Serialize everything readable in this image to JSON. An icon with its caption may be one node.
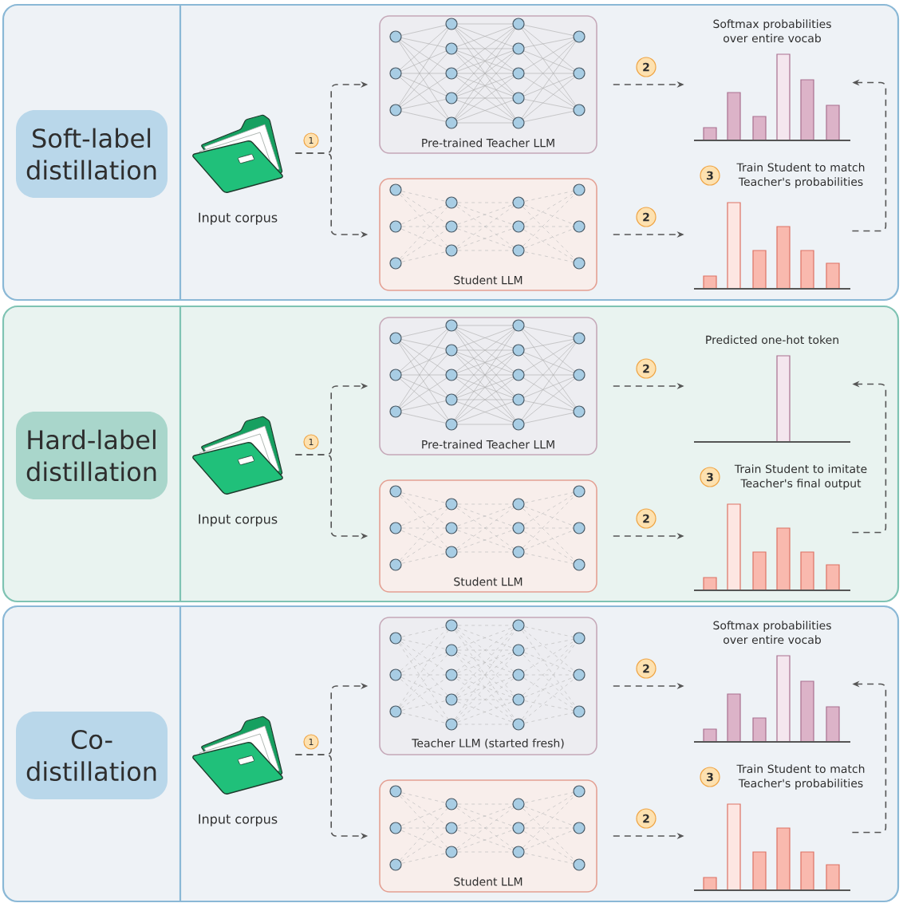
{
  "diagram": {
    "nodes": [
      {
        "text": [],
        "shape": "box"
      },
      {
        "text": [
          "Soft-label distillation"
        ],
        "in": 0
      },
      {
        "text": [],
        "shape": "picture",
        "beside": [
          "Input corpus"
        ],
        "in": 0
      },
      {
        "text": [
          "Pre-trained Teacher LLM"
        ],
        "in": 0
      },
      {
        "text": [
          "Student LLM"
        ],
        "in": 0
      },
      {
        "text": [
          "Softmax probabilities over entire vocab"
        ],
        "in": 0
      },
      {
        "text": [],
        "shape": "picture",
        "in": 0
      },
      {
        "text": [],
        "shape": "box"
      },
      {
        "text": [
          "Hard-label distillation"
        ],
        "in": 7
      },
      {
        "text": [],
        "shape": "picture",
        "beside": [
          "Input corpus"
        ],
        "in": 7
      },
      {
        "text": [
          "Pre-trained Teacher LLM"
        ],
        "in": 7
      },
      {
        "text": [
          "Student LLM"
        ],
        "in": 7
      },
      {
        "text": [
          "Predicted one-hot token"
        ],
        "in": 7
      },
      {
        "text": [],
        "shape": "picture",
        "in": 7
      },
      {
        "text": [],
        "shape": "box"
      },
      {
        "text": [
          "Co- distillation"
        ],
        "in": 14
      },
      {
        "text": [],
        "shape": "picture",
        "beside": [
          "Input corpus"
        ],
        "in": 14
      },
      {
        "text": [
          "Teacher LLM (started fresh)"
        ],
        "in": 14
      },
      {
        "text": [
          "Student LLM"
        ],
        "in": 14
      },
      {
        "text": [
          "Softmax probabilities over entire vocab"
        ],
        "in": 14
      },
      {
        "text": [],
        "shape": "picture",
        "in": 14
      }
    ],
    "edges": [
      {
        "from": 2,
        "to": 3,
        "arrow": "to",
        "style": "dashed",
        "label": "1"
      },
      {
        "from": 2,
        "to": 4,
        "arrow": "to",
        "style": "dashed"
      },
      {
        "from": 3,
        "to": 5,
        "arrow": "to",
        "style": "dashed",
        "label": "2"
      },
      {
        "from": 4,
        "to": 6,
        "arrow": "to",
        "style": "dashed",
        "label": "2"
      },
      {
        "from": 6,
        "to": 5,
        "arrow": "to",
        "style": "dashed"
      },
      {
        "from": 9,
        "to": 10,
        "arrow": "to",
        "style": "dashed",
        "label": "1"
      },
      {
        "from": 9,
        "to": 11,
        "arrow": "to",
        "style": "dashed"
      },
      {
        "from": 10,
        "to": 12,
        "arrow": "to",
        "style": "dashed",
        "label": "2"
      },
      {
        "from": 11,
        "to": 13,
        "arrow": "to",
        "style": "dashed",
        "label": "2"
      },
      {
        "from": 13,
        "to": 12,
        "arrow": "to",
        "style": "dashed"
      },
      {
        "from": 16,
        "to": 17,
        "arrow": "to",
        "style": "dashed",
        "label": "1"
      },
      {
        "from": 16,
        "to": 18,
        "arrow": "to",
        "style": "dashed"
      },
      {
        "from": 17,
        "to": 19,
        "arrow": "to",
        "style": "dashed",
        "label": "2"
      },
      {
        "from": 18,
        "to": 20,
        "arrow": "to",
        "style": "dashed",
        "label": "2"
      },
      {
        "from": 20,
        "to": 19,
        "arrow": "to",
        "style": "dashed"
      }
    ],
    "labels": [
      "3",
      "Train Student to match Teacher's probabilities",
      "3",
      "Train Student to imitate Teacher's final output",
      "3",
      "Train Student to match Teacher's probabilities"
    ]
  }
}
